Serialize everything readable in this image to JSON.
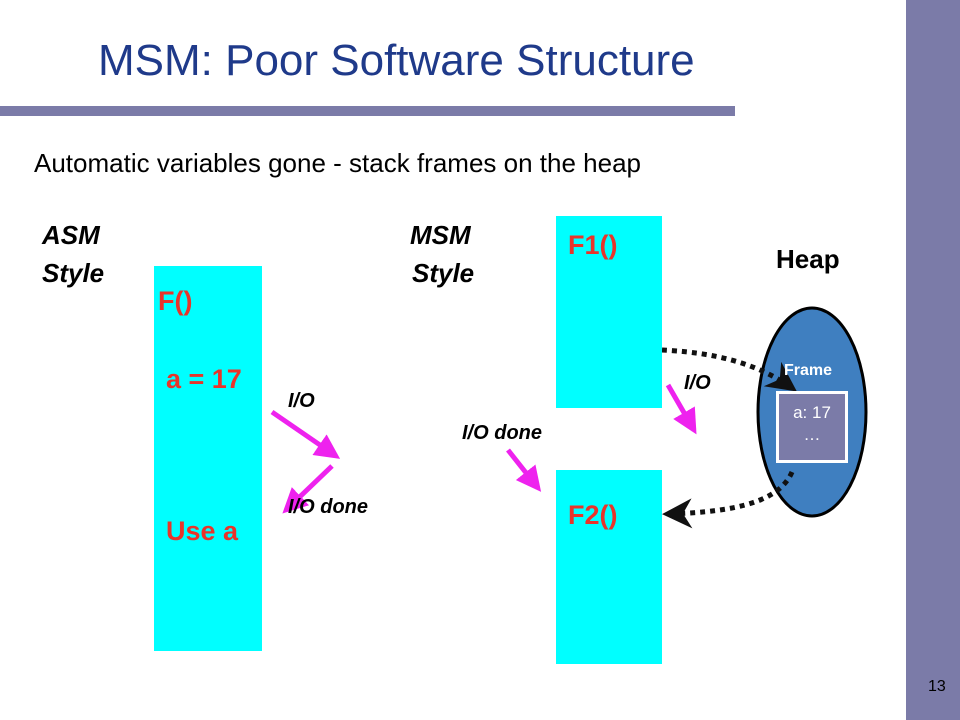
{
  "slide": {
    "title": "MSM: Poor Software Structure",
    "subtitle": "Automatic variables gone - stack frames on the heap",
    "page_number": "13"
  },
  "asm": {
    "label_line1": "ASM",
    "label_line2": "Style",
    "func": "F()",
    "assign": "a = 17",
    "use": "Use a",
    "io_label": "I/O",
    "io_done_label": "I/O done"
  },
  "msm": {
    "label_line1": "MSM",
    "label_line2": "Style",
    "func1": "F1()",
    "func2": "F2()",
    "io_label": "I/O",
    "io_done_label": "I/O done"
  },
  "heap": {
    "label": "Heap",
    "frame_label": "Frame",
    "frame_line1": "a: 17",
    "frame_line2": "…"
  },
  "colors": {
    "box": "#00ffff",
    "accent_bar": "#7b7ba8",
    "title": "#1f3a8a",
    "red_text": "#e8342a",
    "arrow": "#ee22ee",
    "heap_fill": "#3f7fc0"
  }
}
